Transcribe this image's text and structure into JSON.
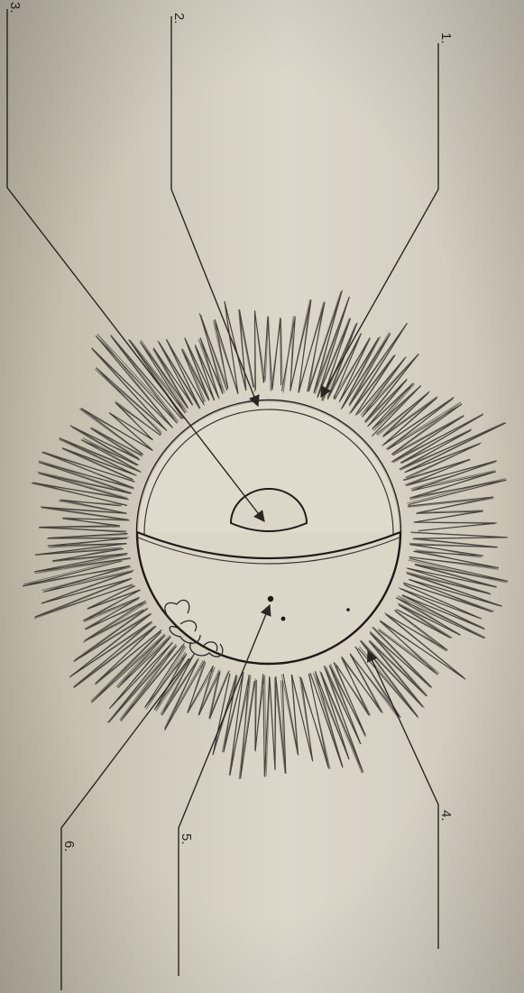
{
  "diagram": {
    "orientation": "rotated 90° clockwise (worksheet photographed sideways)",
    "labels": [
      {
        "id": "1",
        "text": "1."
      },
      {
        "id": "2",
        "text": "2."
      },
      {
        "id": "3",
        "text": "3."
      },
      {
        "id": "4",
        "text": "4."
      },
      {
        "id": "5",
        "text": "5."
      },
      {
        "id": "6",
        "text": "6."
      }
    ],
    "colors": {
      "paper": "#d6cfc2",
      "ink": "#2a2622"
    }
  }
}
